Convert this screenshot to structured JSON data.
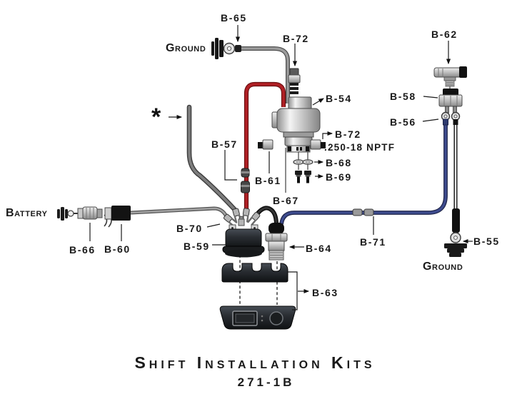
{
  "colors": {
    "ink": "#1a1a1a",
    "wire_red": "#b02025",
    "wire_blue": "#3e4c8f",
    "wire_gray": "#9c9c9c",
    "metal_light": "#f2f2f2",
    "housing_dark": "#17191c"
  },
  "title": {
    "main": "Shift Installation Kits",
    "model": "271-1B"
  },
  "annotations": {
    "ground_top": "Ground",
    "ground_bottom": "Ground",
    "battery": "Battery",
    "asterisk": "*",
    "nptf": ".250-18 NPTF"
  },
  "part_labels": {
    "b54": "B-54",
    "b55": "B-55",
    "b56": "B-56",
    "b57": "B-57",
    "b58": "B-58",
    "b59": "B-59",
    "b60": "B-60",
    "b61": "B-61",
    "b62": "B-62",
    "b63": "B-63",
    "b64": "B-64",
    "b65": "B-65",
    "b66": "B-66",
    "b67": "B-67",
    "b68": "B-68",
    "b69": "B-69",
    "b70": "B-70",
    "b71": "B-71",
    "b72_top": "B-72",
    "b72_side": "B-72"
  }
}
